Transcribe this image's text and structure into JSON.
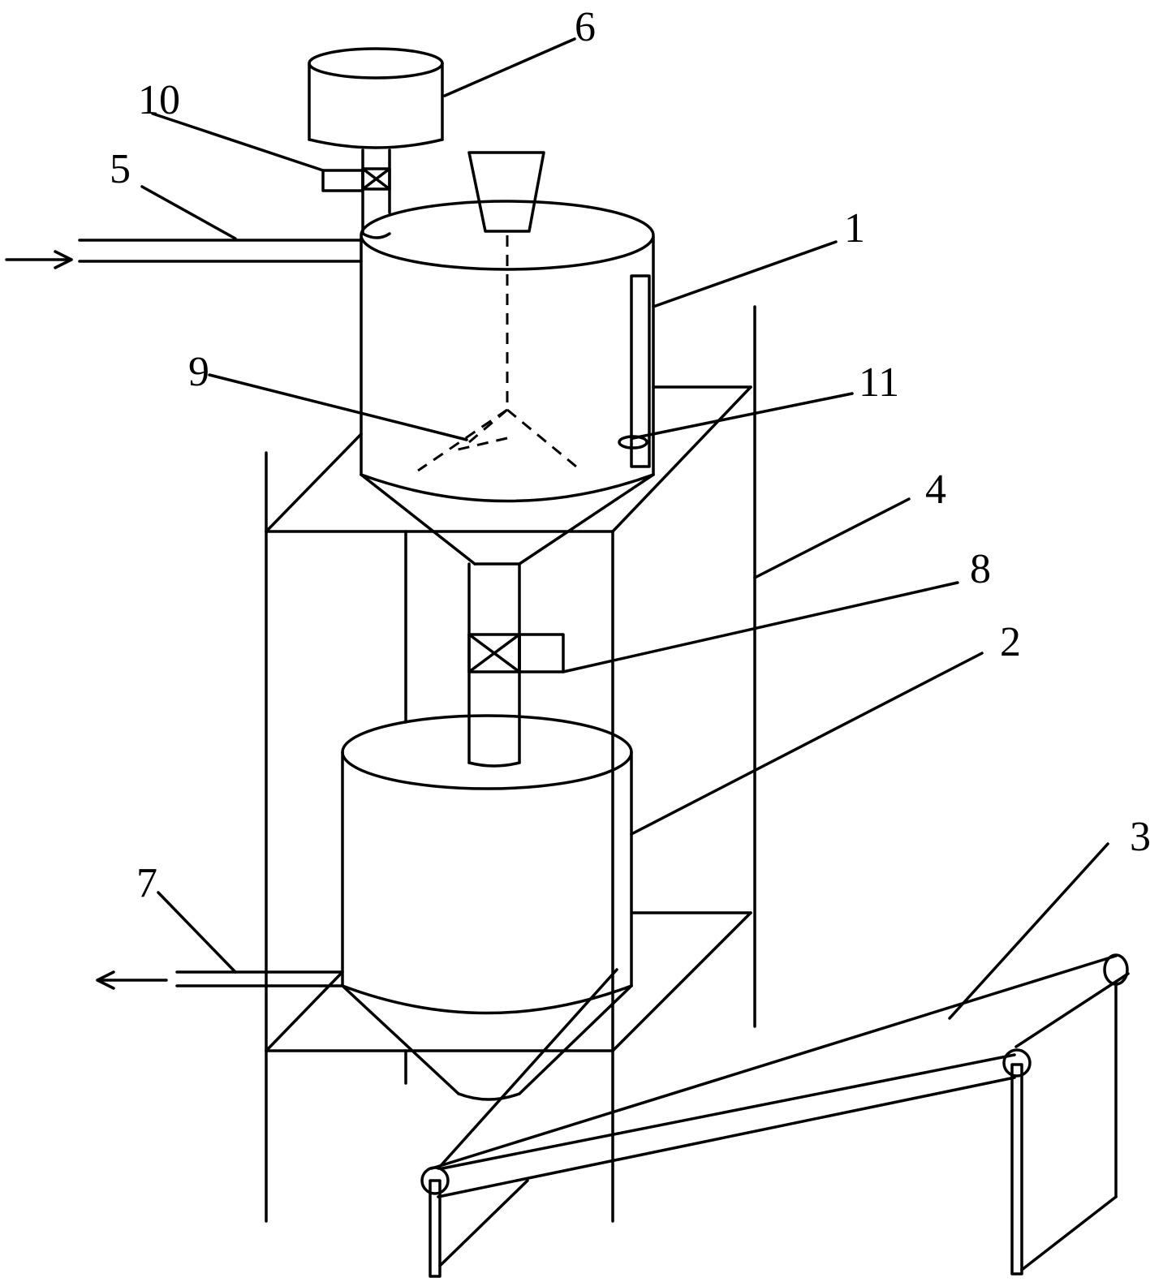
{
  "figure": {
    "labels": {
      "l1": "1",
      "l2": "2",
      "l3": "3",
      "l4": "4",
      "l5": "5",
      "l6": "6",
      "l7": "7",
      "l8": "8",
      "l9": "9",
      "l10": "10",
      "l11": "11"
    }
  }
}
